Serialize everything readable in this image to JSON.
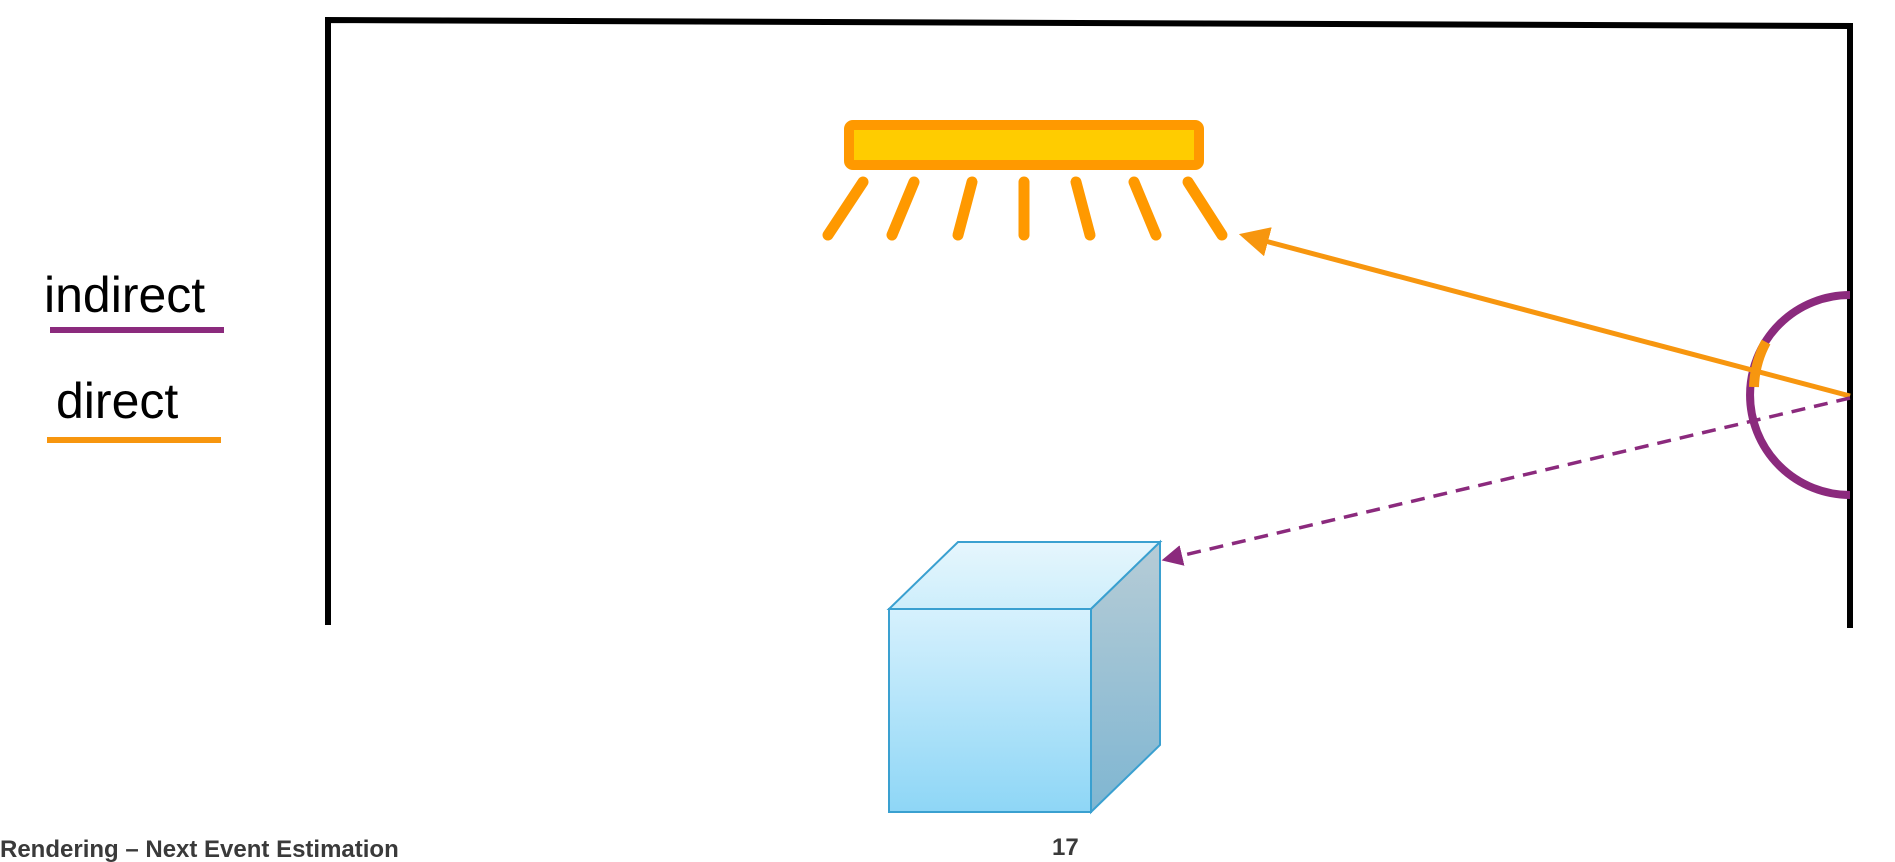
{
  "legend": {
    "indirect": {
      "label": "indirect",
      "color": "#8b2a7d"
    },
    "direct": {
      "label": "direct",
      "color": "#f7960f"
    }
  },
  "colors": {
    "wall": "#000000",
    "light_frame": "#ff9900",
    "light_fill": "#ffcc00",
    "light_rays": "#ff9900",
    "direct_ray": "#f7960f",
    "indirect_ray": "#8b2a7d",
    "hemisphere": "#8b2a7d",
    "cube_stroke": "#3aa0d0"
  },
  "footer": {
    "title": "Rendering – Next Event Estimation",
    "page": "17"
  }
}
